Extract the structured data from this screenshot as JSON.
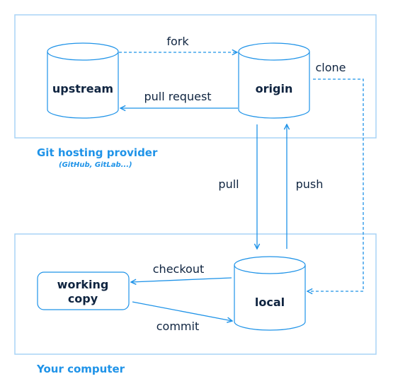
{
  "colors": {
    "accent": "#1f93e8",
    "text": "#0f2440",
    "group_border": "#a9d4f5"
  },
  "groups": {
    "hosting": {
      "title": "Git hosting provider",
      "subtitle": "(GitHub, GitLab...)"
    },
    "computer": {
      "title": "Your computer"
    }
  },
  "nodes": {
    "upstream": "upstream",
    "origin": "origin",
    "local": "local",
    "working_copy_line1": "working",
    "working_copy_line2": "copy"
  },
  "edges": {
    "fork": "fork",
    "pull_request": "pull request",
    "clone": "clone",
    "pull": "pull",
    "push": "push",
    "checkout": "checkout",
    "commit": "commit"
  }
}
